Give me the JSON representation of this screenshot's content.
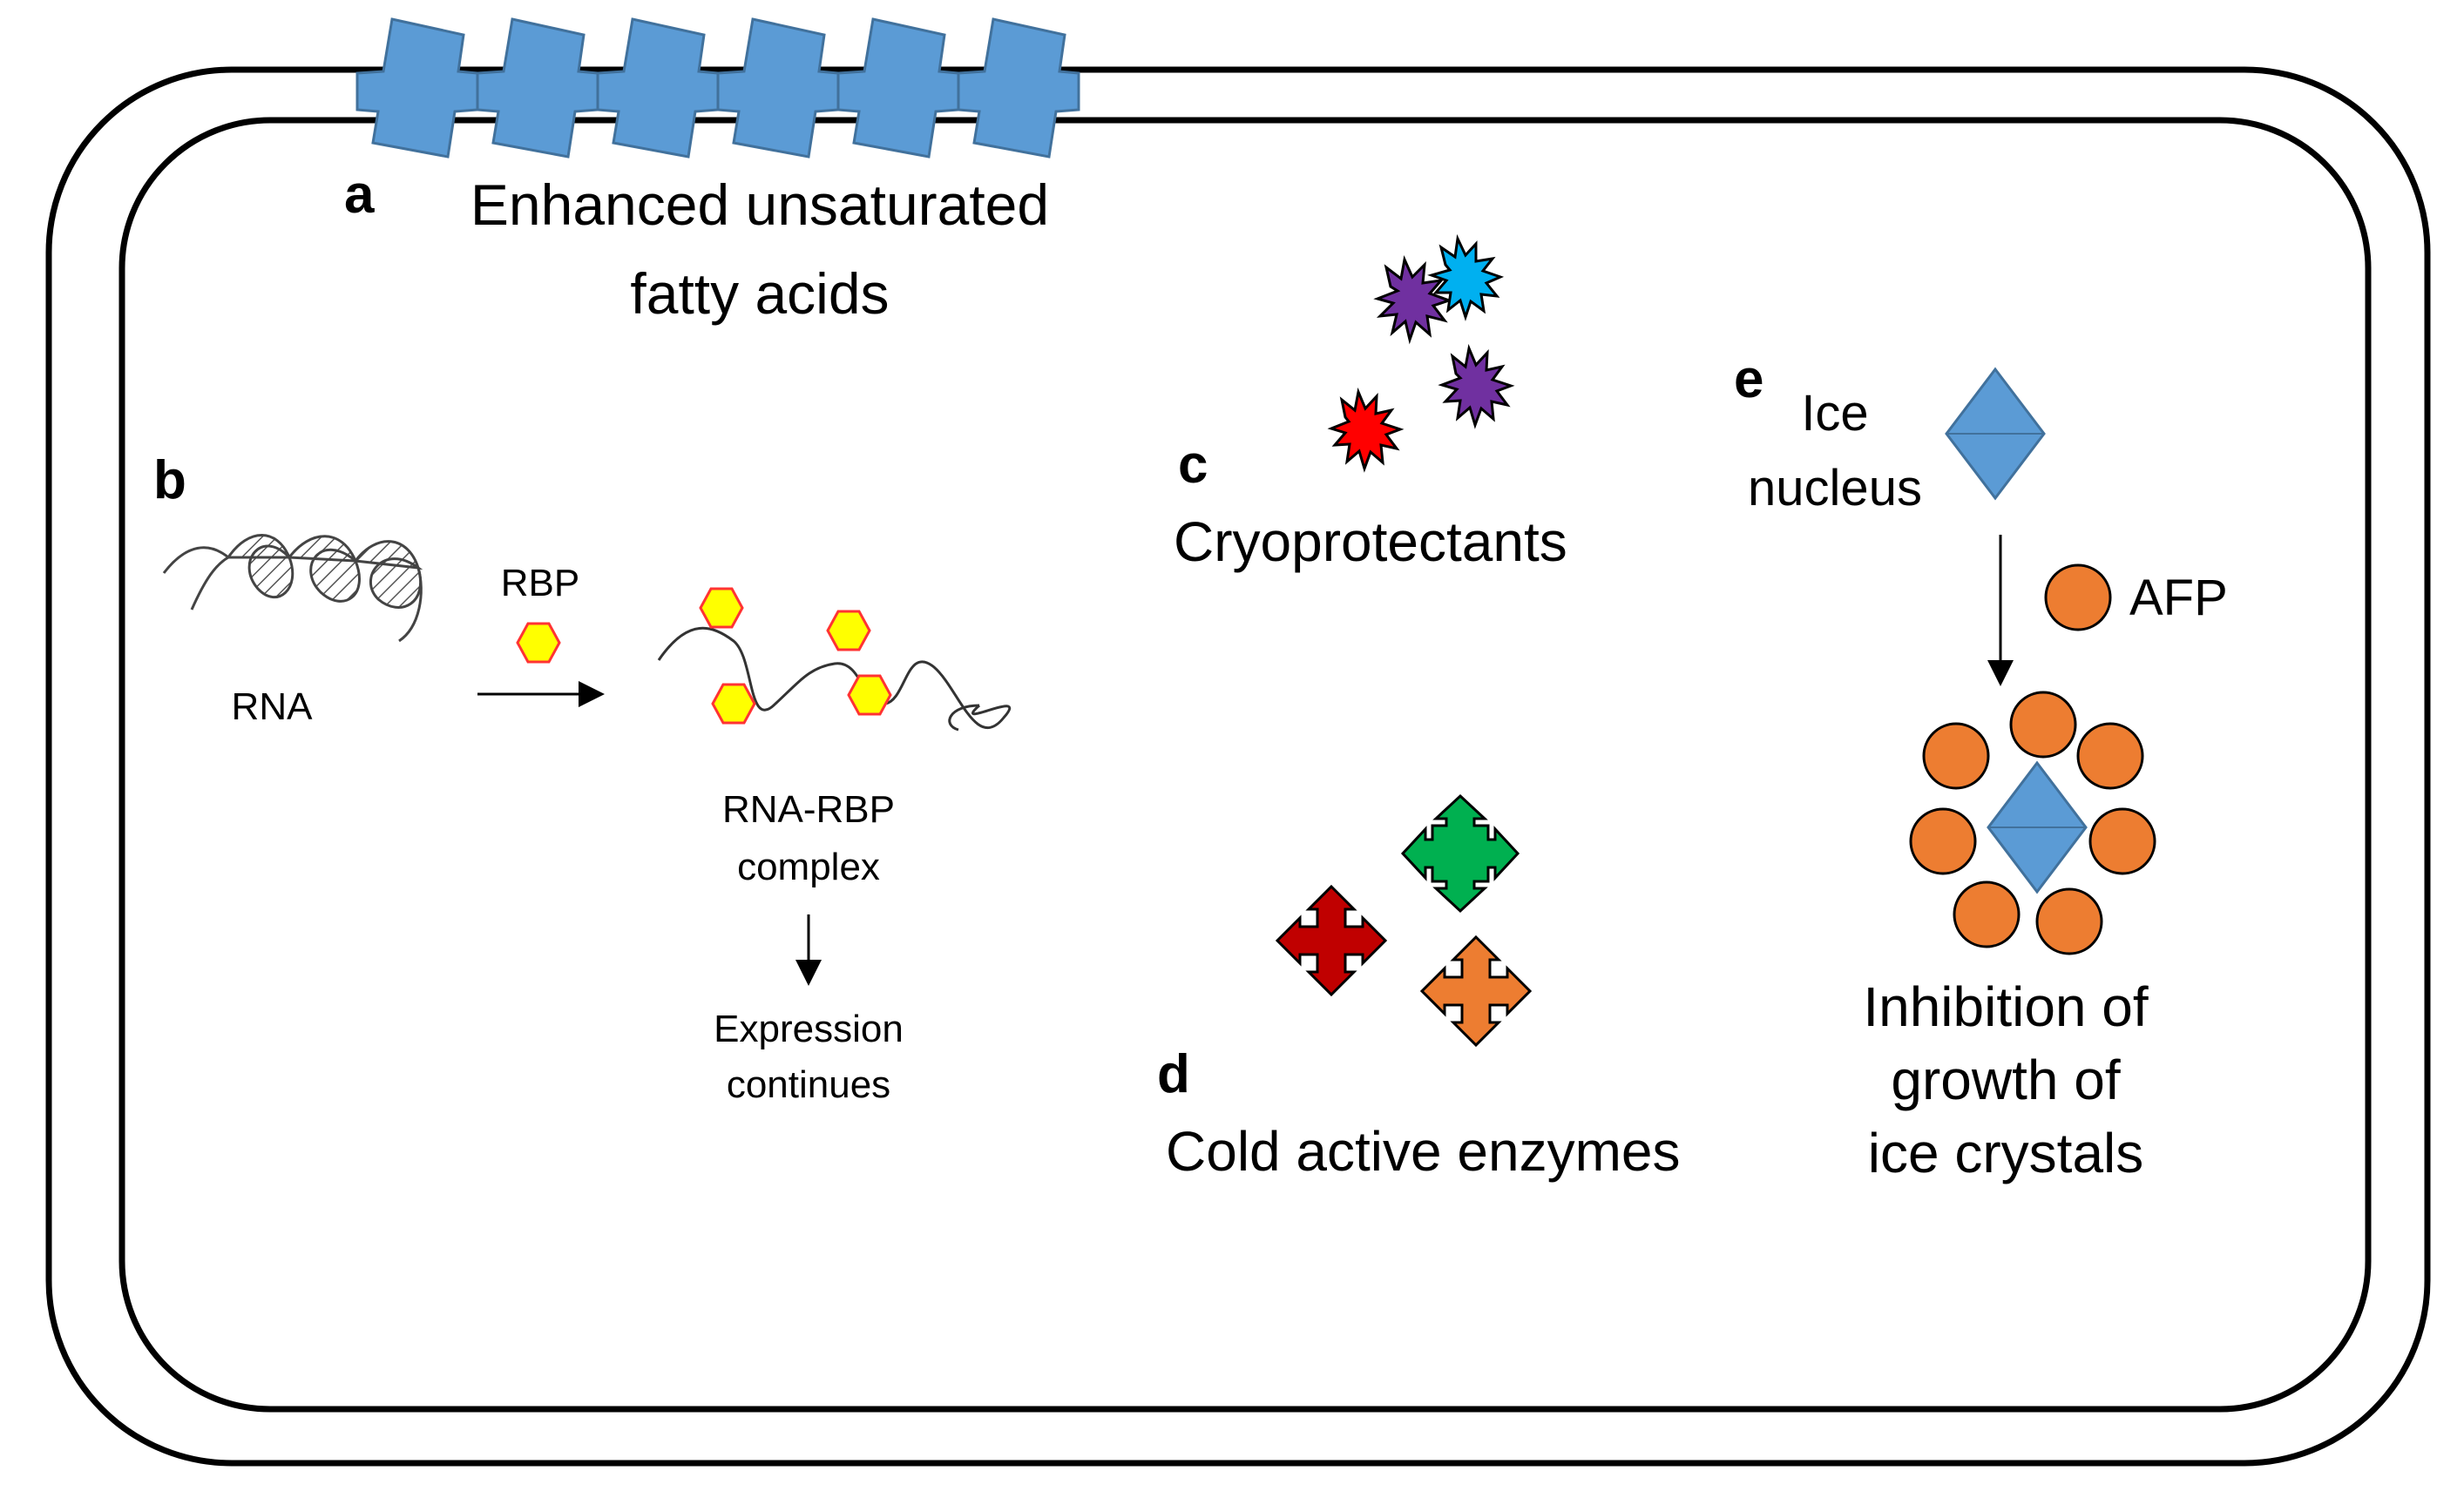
{
  "panels": {
    "a": {
      "letter": "a",
      "title_line1": "Enhanced unsaturated",
      "title_line2": "fatty acids"
    },
    "b": {
      "letter": "b",
      "rna_label": "RNA",
      "rbp_label": "RBP",
      "complex_line1": "RNA-RBP",
      "complex_line2": "complex",
      "result_line1": "Expression",
      "result_line2": "continues"
    },
    "c": {
      "letter": "c",
      "title": "Cryoprotectants"
    },
    "d": {
      "letter": "d",
      "title": "Cold active enzymes"
    },
    "e": {
      "letter": "e",
      "nucleus_line1": "Ice",
      "nucleus_line2": "nucleus",
      "afp_label": "AFP",
      "result_line1": "Inhibition of",
      "result_line2": "growth of",
      "result_line3": "ice crystals"
    }
  },
  "colors": {
    "membrane_lipid": "#5b9bd5",
    "hexagon_fill": "#ffff00",
    "hexagon_stroke": "#ff3333",
    "cryo_purple": "#7030a0",
    "cryo_blue": "#00b0f0",
    "cryo_red": "#ff0000",
    "enzyme_green": "#00b050",
    "enzyme_red": "#c00000",
    "enzyme_orange": "#ed7d31",
    "ice_crystal": "#5b9bd5",
    "afp": "#ed7d31"
  }
}
